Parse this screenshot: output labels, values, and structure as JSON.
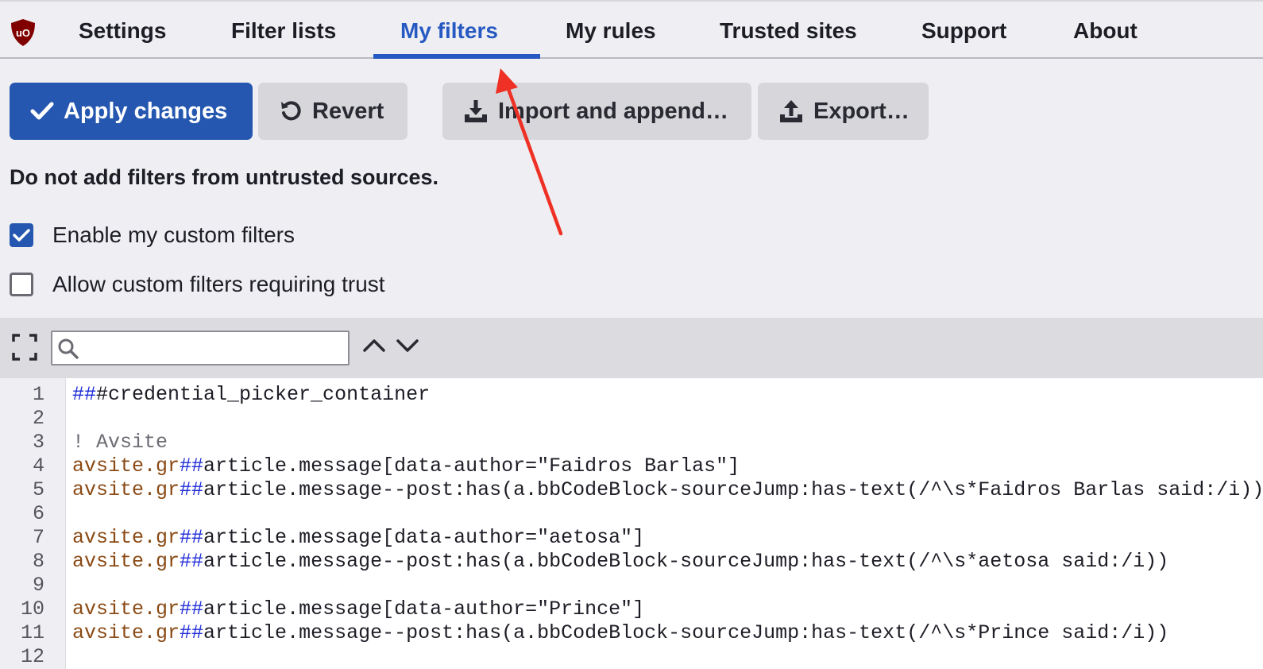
{
  "tabs": [
    {
      "label": "Settings",
      "active": false
    },
    {
      "label": "Filter lists",
      "active": false
    },
    {
      "label": "My filters",
      "active": true
    },
    {
      "label": "My rules",
      "active": false
    },
    {
      "label": "Trusted sites",
      "active": false
    },
    {
      "label": "Support",
      "active": false
    },
    {
      "label": "About",
      "active": false
    }
  ],
  "toolbar": {
    "apply_label": "Apply changes",
    "revert_label": "Revert",
    "import_label": "Import and append…",
    "export_label": "Export…"
  },
  "warning": "Do not add filters from untrusted sources.",
  "options": {
    "enable_custom": {
      "label": "Enable my custom filters",
      "checked": true
    },
    "allow_trust": {
      "label": "Allow custom filters requiring trust",
      "checked": false
    }
  },
  "search": {
    "value": "",
    "placeholder": ""
  },
  "editor": {
    "lines": [
      {
        "num": "1",
        "parts": [
          {
            "t": "##",
            "c": "hash"
          },
          {
            "t": "#credential_picker_container",
            "c": "text"
          }
        ]
      },
      {
        "num": "2",
        "parts": []
      },
      {
        "num": "3",
        "parts": [
          {
            "t": "! Avsite",
            "c": "comment"
          }
        ]
      },
      {
        "num": "4",
        "parts": [
          {
            "t": "avsite.gr",
            "c": "domain"
          },
          {
            "t": "##",
            "c": "hash"
          },
          {
            "t": "article.message[data-author=\"Faidros Barlas\"]",
            "c": "text"
          }
        ]
      },
      {
        "num": "5",
        "parts": [
          {
            "t": "avsite.gr",
            "c": "domain"
          },
          {
            "t": "##",
            "c": "hash"
          },
          {
            "t": "article.message--post:has(a.bbCodeBlock-sourceJump:has-text(/^\\s*Faidros Barlas said:/i))",
            "c": "text"
          }
        ]
      },
      {
        "num": "6",
        "parts": []
      },
      {
        "num": "7",
        "parts": [
          {
            "t": "avsite.gr",
            "c": "domain"
          },
          {
            "t": "##",
            "c": "hash"
          },
          {
            "t": "article.message[data-author=\"aetosa\"]",
            "c": "text"
          }
        ]
      },
      {
        "num": "8",
        "parts": [
          {
            "t": "avsite.gr",
            "c": "domain"
          },
          {
            "t": "##",
            "c": "hash"
          },
          {
            "t": "article.message--post:has(a.bbCodeBlock-sourceJump:has-text(/^\\s*aetosa said:/i))",
            "c": "text"
          }
        ]
      },
      {
        "num": "9",
        "parts": []
      },
      {
        "num": "10",
        "parts": [
          {
            "t": "avsite.gr",
            "c": "domain"
          },
          {
            "t": "##",
            "c": "hash"
          },
          {
            "t": "article.message[data-author=\"Prince\"]",
            "c": "text"
          }
        ]
      },
      {
        "num": "11",
        "parts": [
          {
            "t": "avsite.gr",
            "c": "domain"
          },
          {
            "t": "##",
            "c": "hash"
          },
          {
            "t": "article.message--post:has(a.bbCodeBlock-sourceJump:has-text(/^\\s*Prince said:/i))",
            "c": "text"
          }
        ]
      },
      {
        "num": "12",
        "parts": []
      }
    ]
  },
  "colors": {
    "accent": "#2557b0",
    "active_tab": "#2759c2",
    "annotation_arrow": "#ee3124",
    "hash_token": "#1f2bd8",
    "domain_token": "#8a4a14"
  }
}
